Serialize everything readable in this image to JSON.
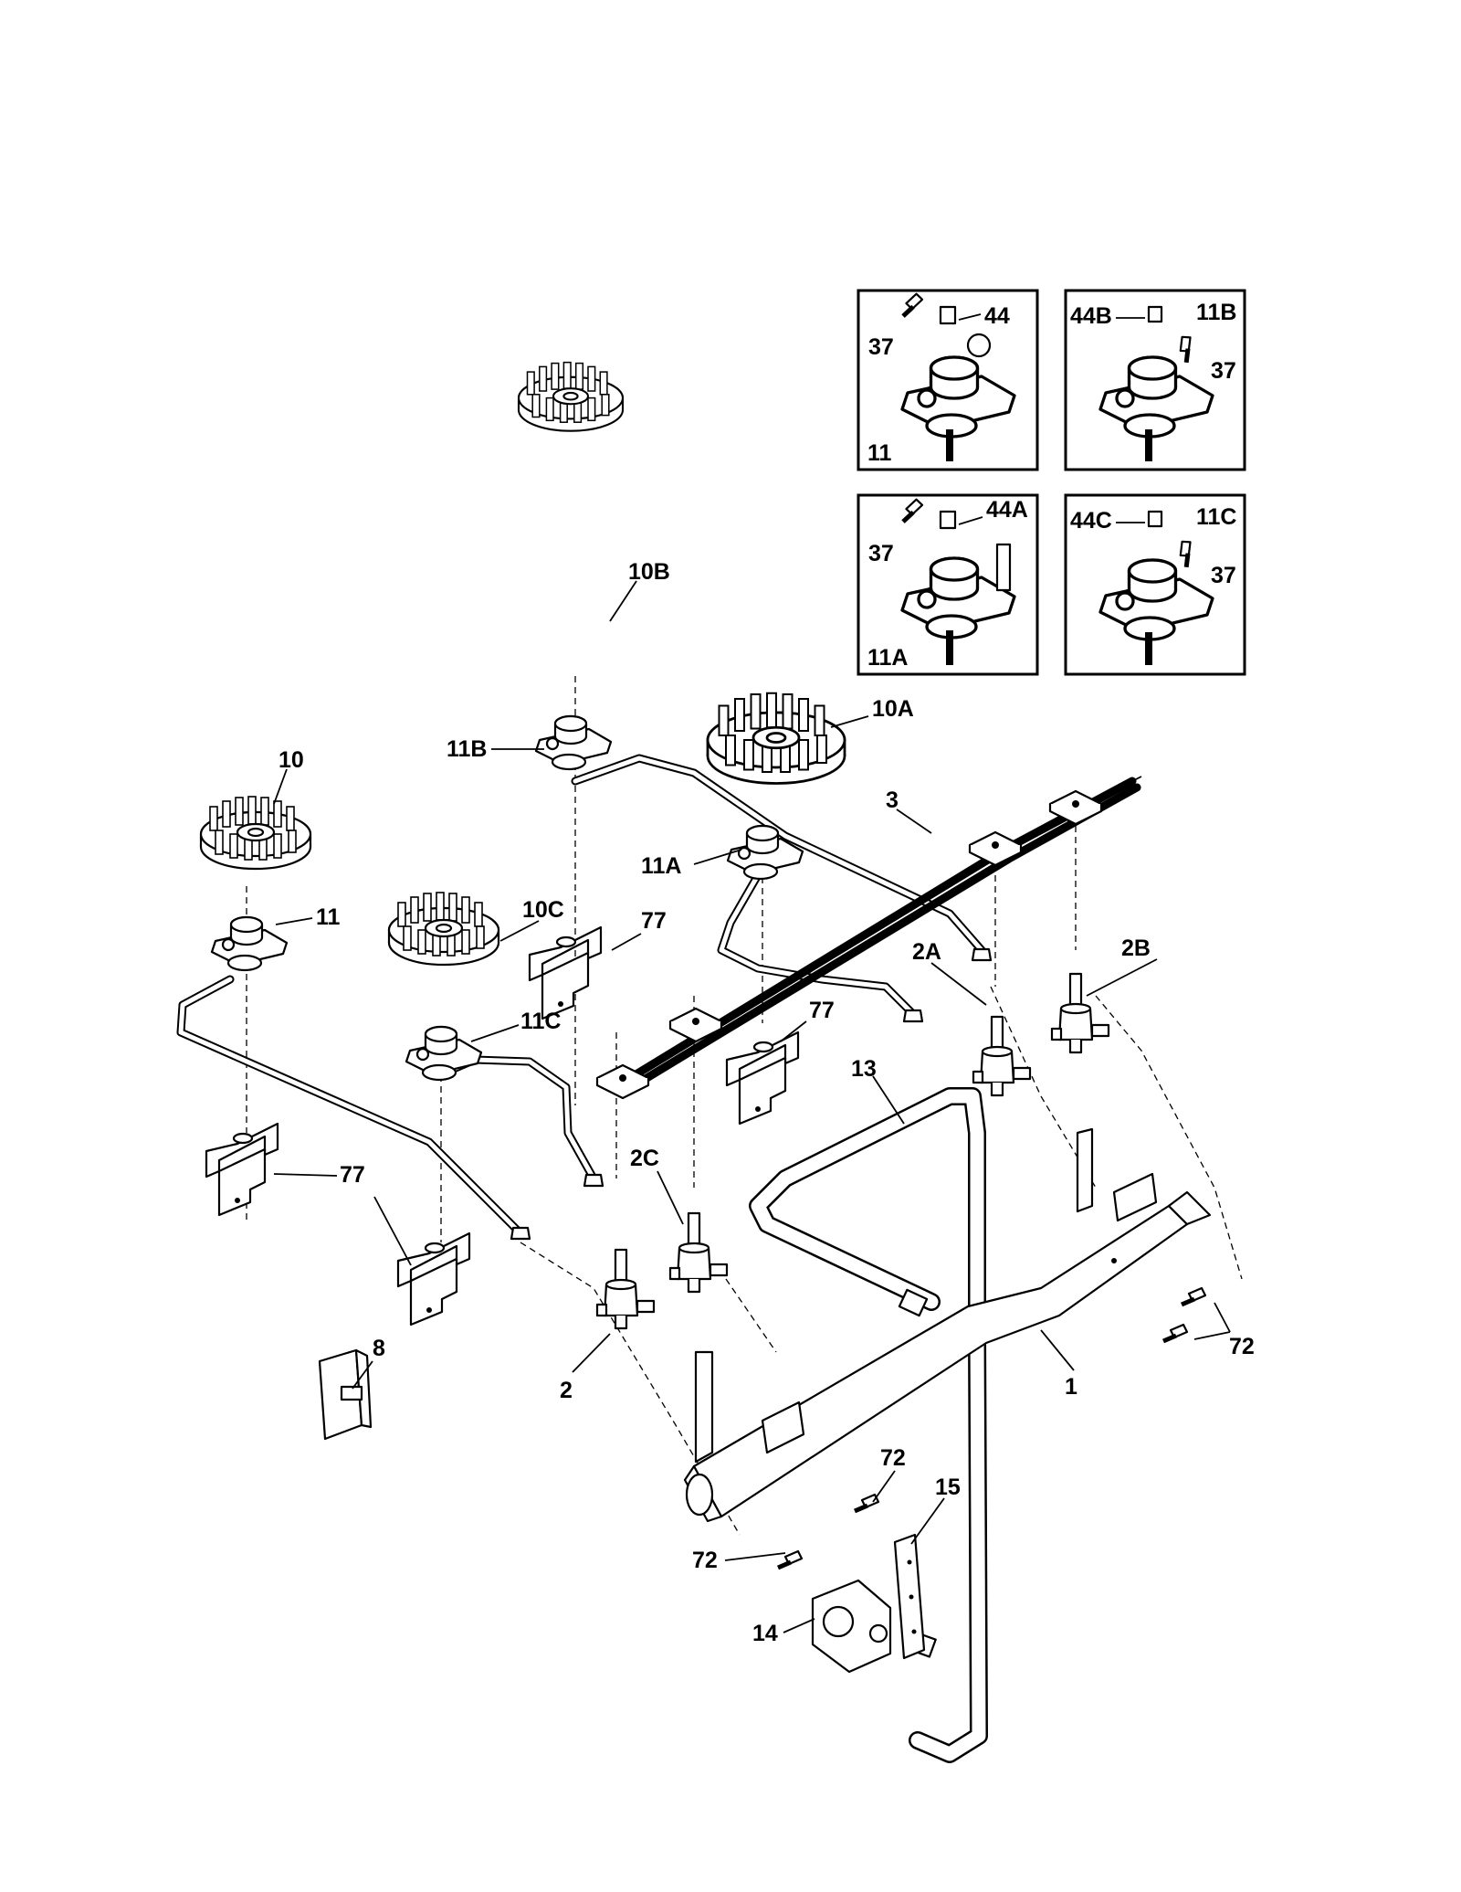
{
  "labels": {
    "burner_10": "10",
    "burner_10a": "10A",
    "burner_10b": "10B",
    "burner_10c": "10C",
    "head_11": "11",
    "head_11a": "11A",
    "head_11b": "11B",
    "head_11c": "11C",
    "valve_2": "2",
    "valve_2a": "2A",
    "valve_2b": "2B",
    "valve_2c": "2C",
    "manifold_1": "1",
    "harness_3": "3",
    "module_8": "8",
    "tube_13": "13",
    "regulator_14": "14",
    "bracket_15": "15",
    "bracket_77_a": "77",
    "bracket_77_b": "77",
    "bracket_77_c": "77",
    "screw_72_a": "72",
    "screw_72_b": "72",
    "screw_72_c": "72"
  },
  "insets": {
    "inset_11": {
      "caption": "11",
      "screw": "37",
      "orifice": "44"
    },
    "inset_11b": {
      "caption": "11B",
      "screw": "37",
      "orifice": "44B"
    },
    "inset_11a": {
      "caption": "11A",
      "screw": "37",
      "orifice": "44A"
    },
    "inset_11c": {
      "caption": "11C",
      "screw": "37",
      "orifice": "44C"
    }
  }
}
